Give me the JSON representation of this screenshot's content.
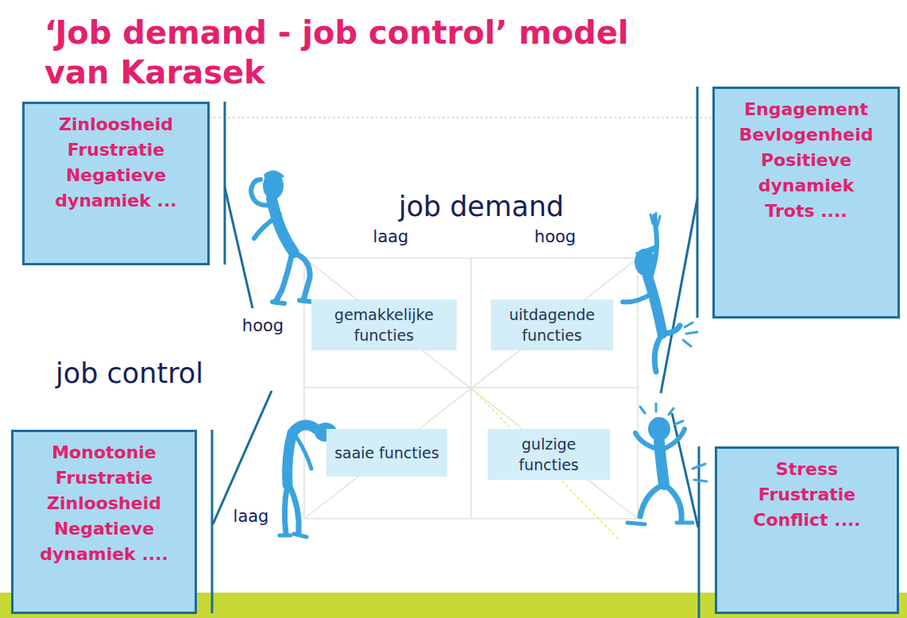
{
  "diagram": {
    "title": "‘Job demand - job control’ model van Karasek",
    "nodes": [
      {
        "text": [
          "Zinloosheid Frustratie Negatieve dynamiek ..."
        ]
      },
      {
        "text": [
          "Engagement Bevlogenheid Positieve dynamiek Trots ...."
        ]
      },
      {
        "text": [
          "gemakkelijke functies"
        ]
      },
      {
        "text": [
          "uitdagende functies"
        ]
      },
      {
        "text": [
          "saaie functies"
        ]
      },
      {
        "text": [
          "gulzige functies"
        ]
      },
      {
        "text": [
          "Monotonie Frustratie Zinloosheid Negatieve dynamiek ...."
        ]
      },
      {
        "text": [
          "Stress Frustratie Conflict ...."
        ]
      }
    ],
    "labels": [
      "job demand",
      "laag",
      "hoog",
      "hoog",
      "job control",
      "laag"
    ]
  }
}
